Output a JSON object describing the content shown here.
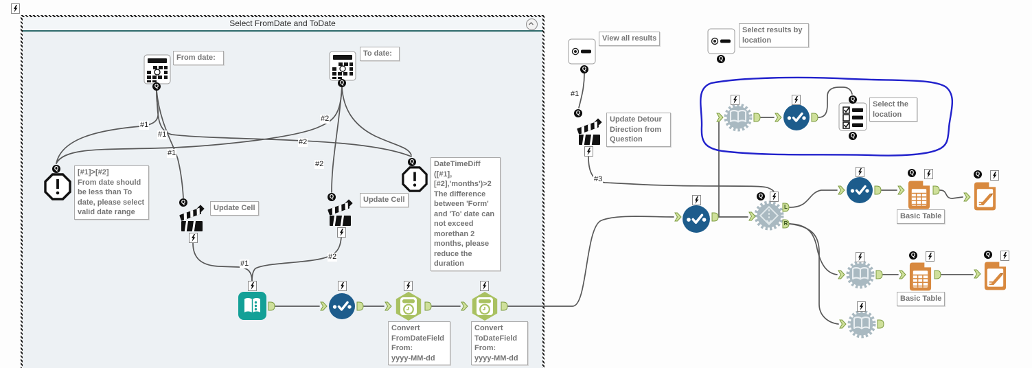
{
  "window": {
    "title": "Select FromDate and ToDate"
  },
  "labels": {
    "from_date": "From date:",
    "to_date": "To date:",
    "error_range": "[#1]>[#2]\nFrom date should\nbe less than To\ndate, please select\nvalid date range",
    "update_cell_1": "Update Cell",
    "update_cell_2": "Update Cell",
    "error_datediff": "DateTimeDiff\n([#1],\n[#2],'months')>2\nThe difference\nbetween 'Form'\nand 'To' date can\nnot exceed\nmorethan 2\nmonths, please\nreduce the\nduration",
    "convert_from": "Convert\nFromDateField\nFrom:\nyyyy-MM-dd",
    "convert_to": "Convert\nToDateField\nFrom:\nyyyy-MM-dd",
    "view_all_results": "View all results",
    "select_results_by_location": "Select results by\nlocation",
    "update_detour": "Update Detour\nDirection from\nQuestion",
    "select_the_location": "Select the\nlocation",
    "basic_table_1": "Basic Table",
    "basic_table_2": "Basic Table"
  },
  "wire_labels": {
    "a": "#1",
    "b": "#1",
    "c": "#1",
    "d": "#2",
    "e": "#2",
    "f": "#2",
    "g": "#1",
    "h": "#2",
    "i": "#1",
    "j": "#3"
  },
  "anchors": {
    "q": "Q",
    "l": "L",
    "r": "R"
  },
  "colors": {
    "select_blue": "#1d5c8c",
    "datetime_green": "#a9c161",
    "textinput_teal": "#13a097",
    "report_orange": "#d8893f",
    "macro_gray": "#a9b9c1",
    "annotation_blue": "#2222cc",
    "wire_gray": "#585858",
    "container_header_line": "#2e6a6a"
  }
}
